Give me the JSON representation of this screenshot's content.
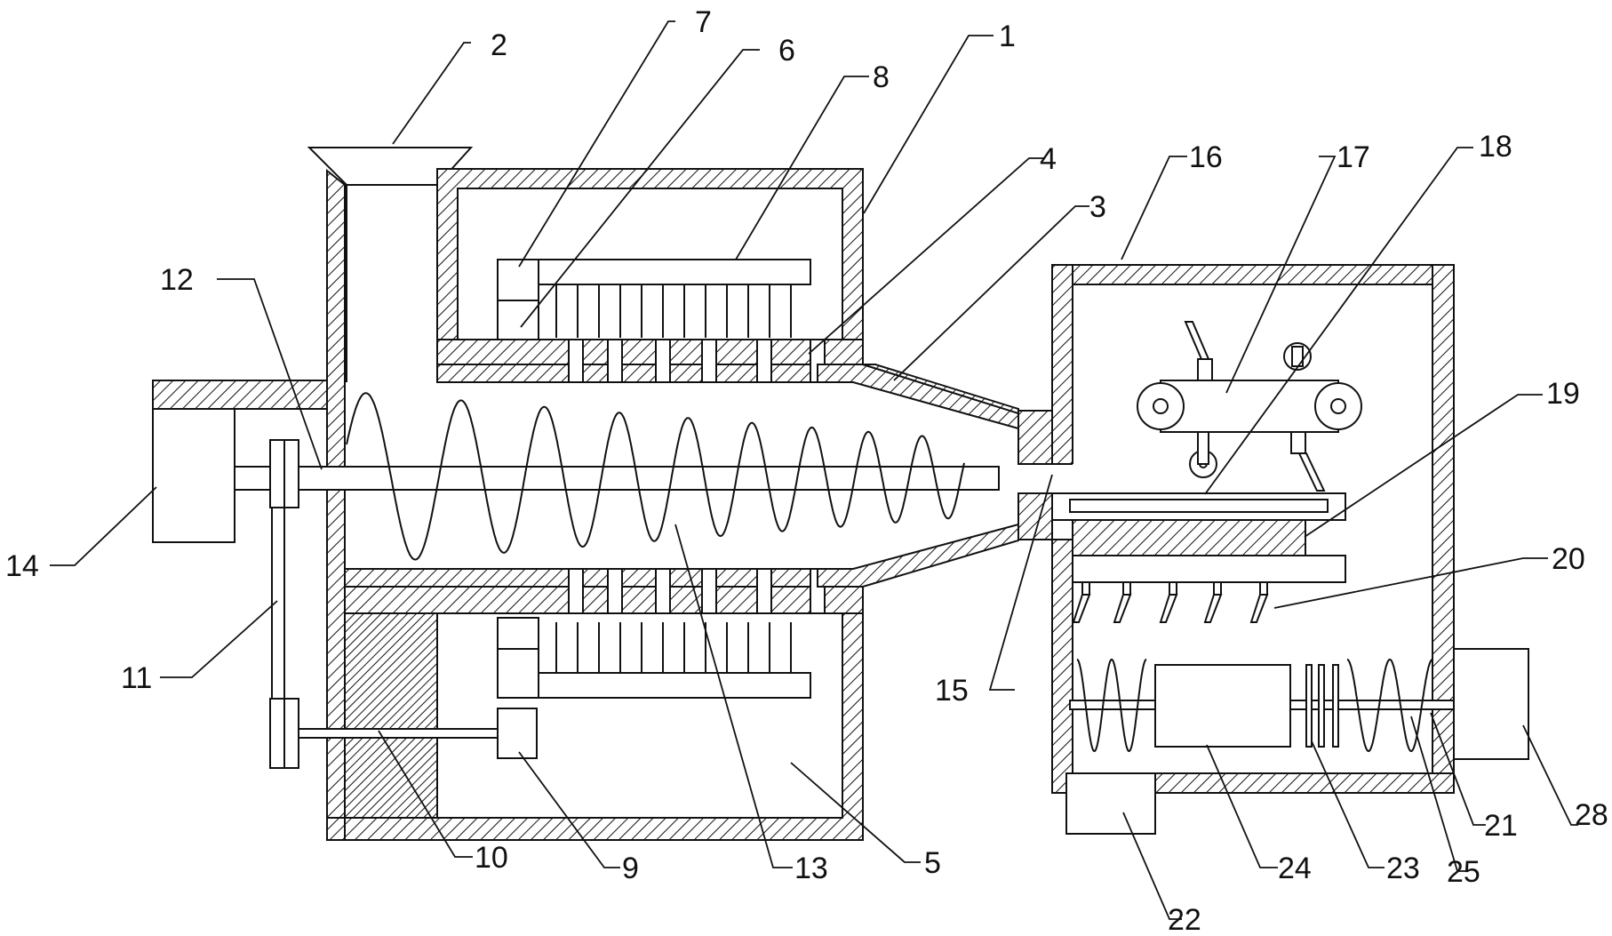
{
  "labels": {
    "l1": "1",
    "l2": "2",
    "l3": "3",
    "l4": "4",
    "l5": "5",
    "l6": "6",
    "l7": "7",
    "l8": "8",
    "l9": "9",
    "l10": "10",
    "l11": "11",
    "l12": "12",
    "l13": "13",
    "l14": "14",
    "l15": "15",
    "l16": "16",
    "l17": "17",
    "l18": "18",
    "l19": "19",
    "l20": "20",
    "l21": "21",
    "l22": "22",
    "l23": "23",
    "l24": "24",
    "l25": "25",
    "l28": "28"
  }
}
